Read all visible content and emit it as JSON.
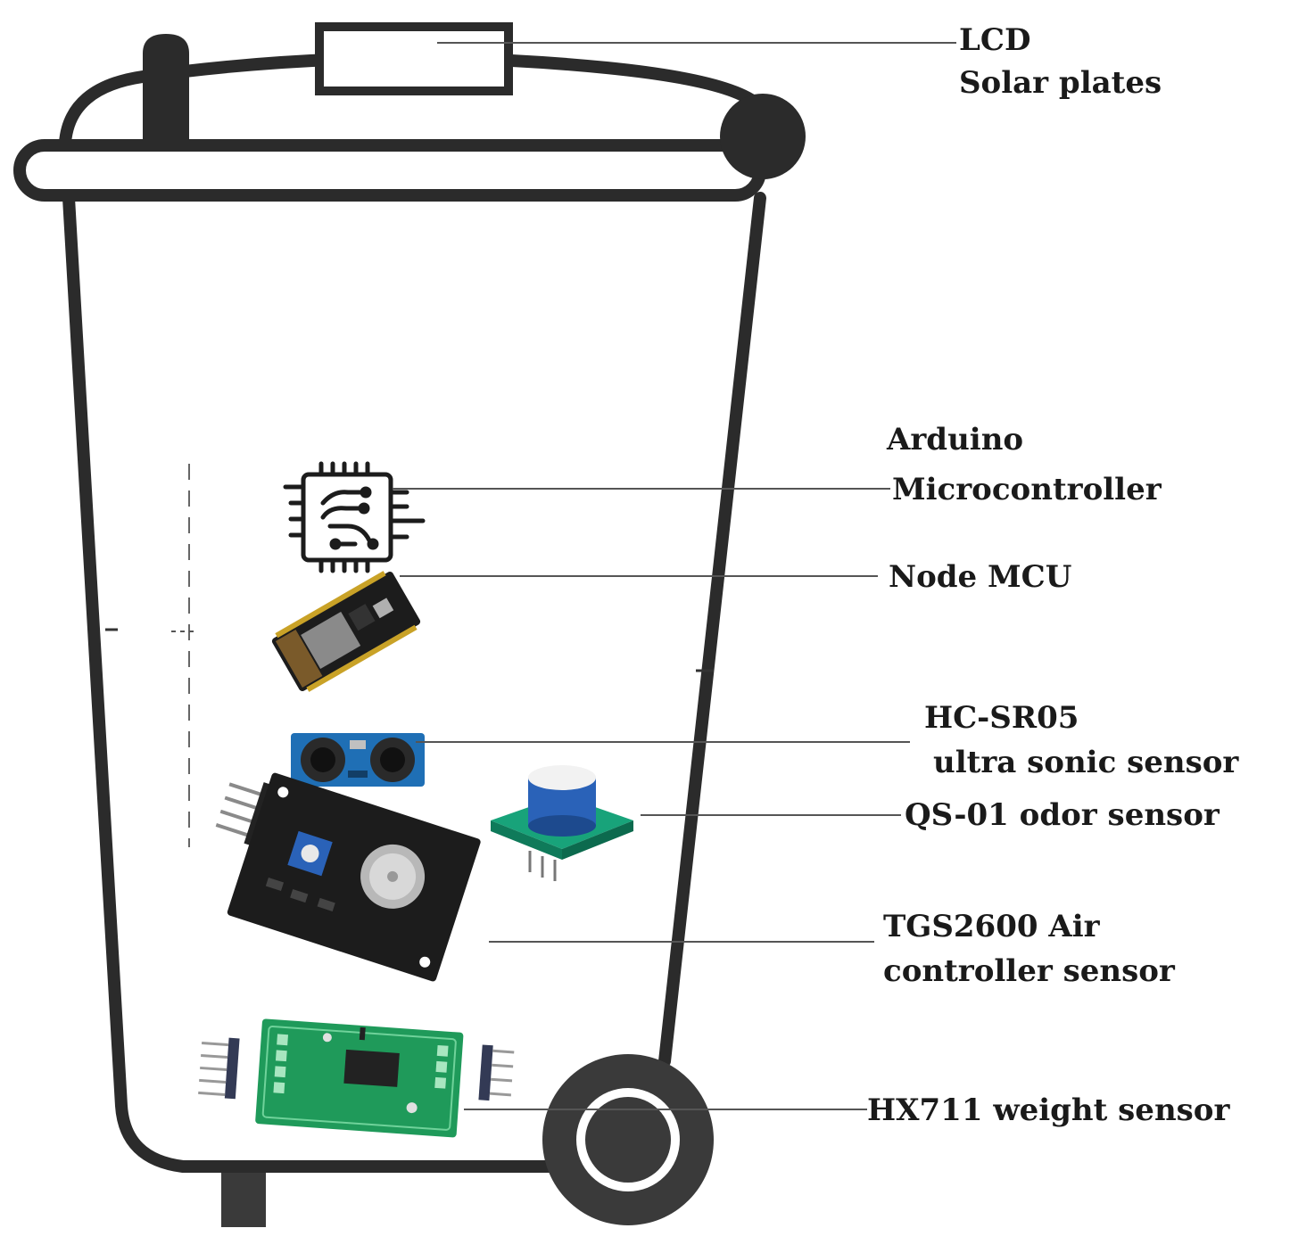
{
  "labels": {
    "lcd_line1": "LCD",
    "lcd_line2": "Solar plates",
    "arduino_line1": "Arduino",
    "arduino_line2": "Microcontroller",
    "nodemcu": "Node MCU",
    "hcsr05_line1": "HC-SR05",
    "hcsr05_line2": "ultra sonic sensor",
    "qs01": "QS-01 odor sensor",
    "tgs2600_line1": "TGS2600 Air",
    "tgs2600_line2": "controller sensor",
    "hx711": "HX711 weight sensor"
  },
  "colors": {
    "outline": "#2b2b2b",
    "pcb_black": "#1c1c1c",
    "pcb_blue": "#1f6fb5",
    "pcb_green": "#1f9a5a",
    "pcb_teal": "#18a37a",
    "trimmer_blue": "#2a62b8",
    "silver": "#b8b8b8",
    "header_dark": "#333a55"
  }
}
